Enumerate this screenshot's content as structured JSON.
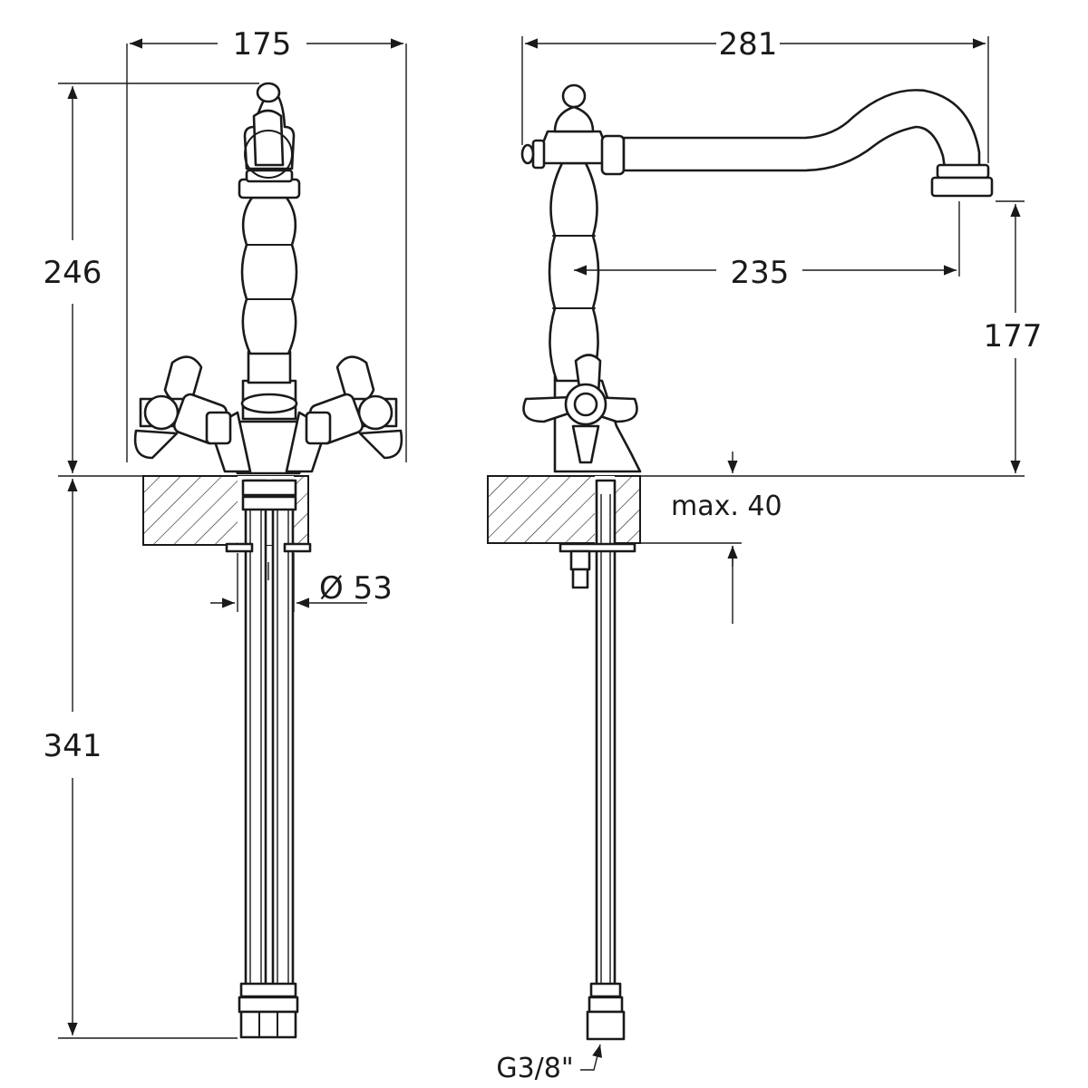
{
  "dimensions": {
    "front_width": "175",
    "front_height_above": "246",
    "front_height_below": "341",
    "hole_diameter": "Ø 53",
    "side_width": "281",
    "spout_reach": "235",
    "spout_height": "177",
    "max_thickness": "max. 40",
    "connection_thread": "G3/8\""
  }
}
